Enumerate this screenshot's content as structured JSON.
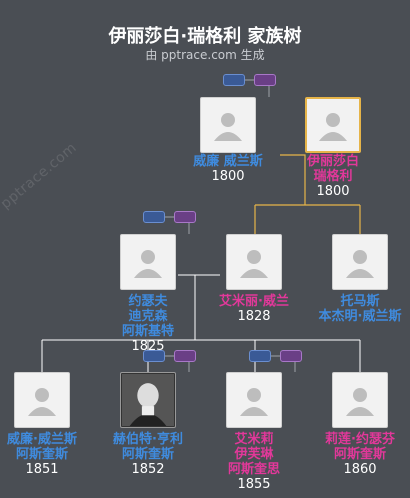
{
  "header": {
    "title": "伊丽莎白·瑞格利 家族树",
    "subtitle": "由 pptrace.com 生成",
    "watermark": "pptrace.com"
  },
  "colors": {
    "background": "#4a4e54",
    "male": "#3f8bde",
    "female": "#e2389a",
    "highlight_line": "#e6b449",
    "line": "#ffffff"
  },
  "people": {
    "g1_husband": {
      "name": [
        "威廉 威兰斯"
      ],
      "year": "1800",
      "gender": "male",
      "avatar": "placeholder-icon"
    },
    "g1_wife": {
      "name": [
        "伊丽莎白",
        "瑞格利"
      ],
      "year": "1800",
      "gender": "female",
      "selected": true,
      "avatar": "placeholder-icon"
    },
    "g2_joseph": {
      "name": [
        "约瑟夫",
        "迪克森",
        "阿斯基特"
      ],
      "year": "1825",
      "gender": "male",
      "avatar": "placeholder-icon"
    },
    "g2_emily": {
      "name": [
        "艾米丽·威兰"
      ],
      "year": "1828",
      "gender": "female",
      "avatar": "placeholder-icon"
    },
    "g2_thomas": {
      "name": [
        "托马斯",
        "本杰明·威兰斯"
      ],
      "year": "",
      "gender": "male",
      "avatar": "placeholder-icon"
    },
    "g3_william": {
      "name": [
        "威廉·威兰斯",
        "阿斯奎斯"
      ],
      "year": "1851",
      "gender": "male",
      "avatar": "placeholder-icon"
    },
    "g3_herbert": {
      "name": [
        "赫伯特·亨利",
        "阿斯奎斯"
      ],
      "year": "1852",
      "gender": "male",
      "avatar": "portrait-photo"
    },
    "g3_emily": {
      "name": [
        "艾米莉",
        "伊芙琳",
        "阿斯奎思"
      ],
      "year": "1855",
      "gender": "female",
      "avatar": "placeholder-icon"
    },
    "g3_lily": {
      "name": [
        "莉莲·约瑟芬",
        "阿斯奎斯"
      ],
      "year": "1860",
      "gender": "female",
      "avatar": "placeholder-icon"
    }
  }
}
